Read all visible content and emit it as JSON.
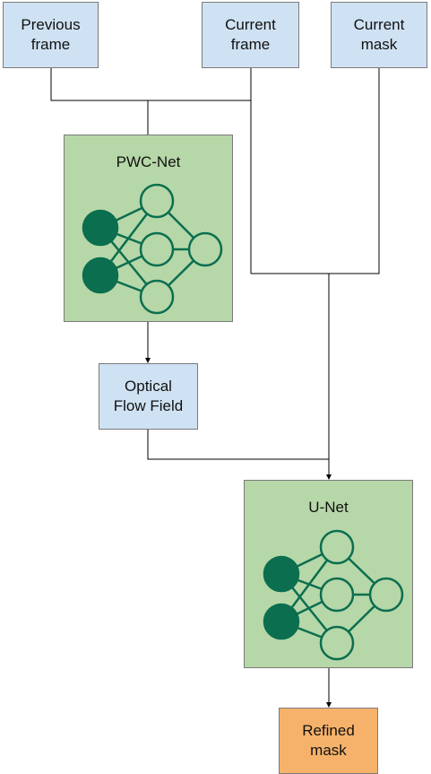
{
  "nodes": {
    "previous_frame": "Previous\nframe",
    "current_frame": "Current\nframe",
    "current_mask": "Current\nmask",
    "pwc_net": "PWC-Net",
    "optical_flow": "Optical\nFlow Field",
    "u_net": "U-Net",
    "refined_mask": "Refined\nmask"
  },
  "colors": {
    "input_box": "#cfe2f3",
    "network_box": "#b6d7a8",
    "output_box": "#f6b26b",
    "neuron": "#0b6e4f",
    "line": "#000000"
  },
  "icons": [
    "neural-network-icon"
  ]
}
